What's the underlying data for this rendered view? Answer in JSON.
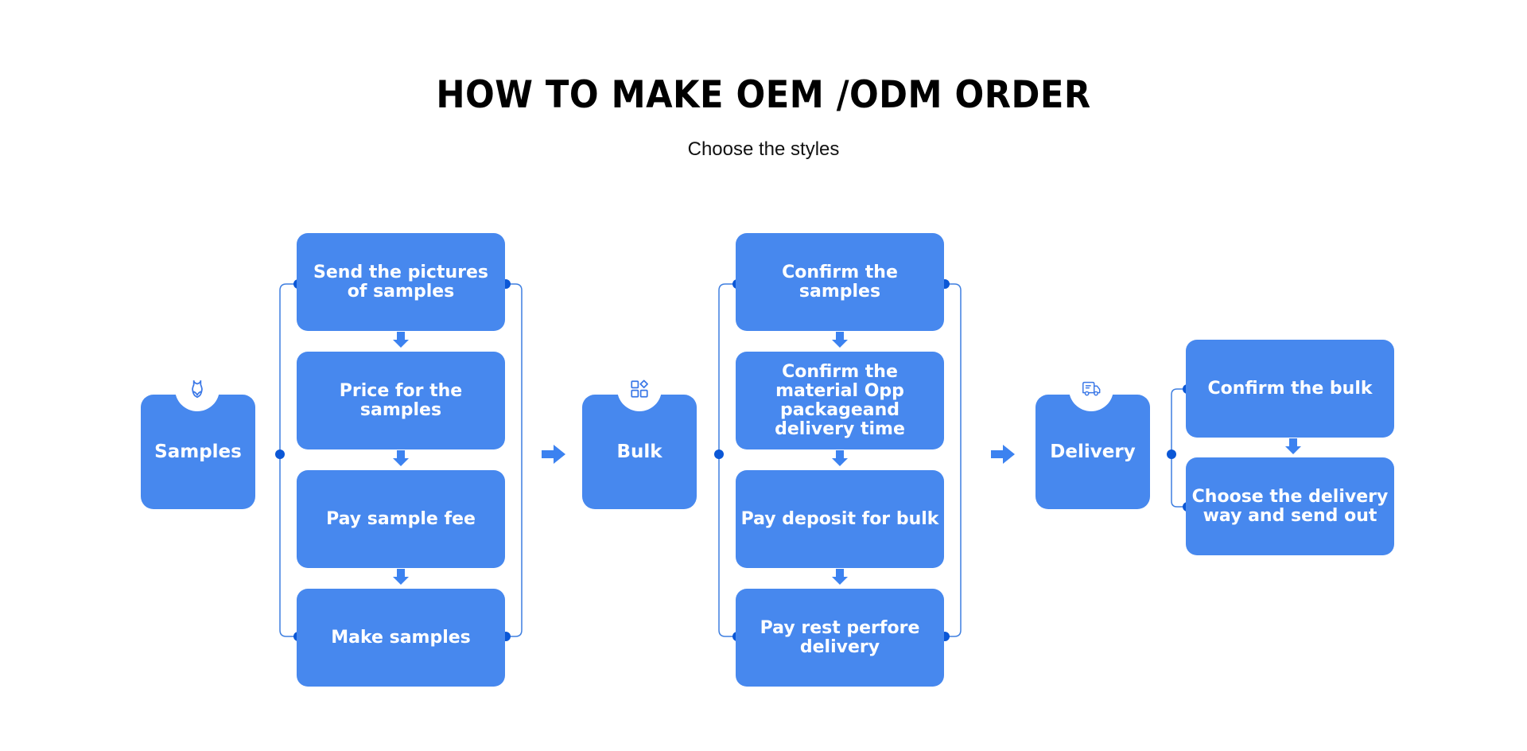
{
  "header": {
    "title": "HOW TO MAKE OEM /ODM ORDER",
    "subtitle": "Choose the styles"
  },
  "colors": {
    "box": "#4788ee",
    "connector_dot": "#0b57d6",
    "connector_line": "#3f7fe0",
    "arrow": "#3c82f0",
    "text": "#ffffff",
    "title": "#000000"
  },
  "stages": [
    {
      "label": "Samples",
      "icon": "swimsuit-icon",
      "steps": [
        "Send the pictures of samples",
        "Price for the samples",
        "Pay sample fee",
        "Make samples"
      ]
    },
    {
      "label": "Bulk",
      "icon": "apps-grid-icon",
      "steps": [
        "Confirm the samples",
        "Confirm the material Opp packageand delivery time",
        "Pay deposit for bulk",
        "Pay rest perfore delivery"
      ]
    },
    {
      "label": "Delivery",
      "icon": "truck-icon",
      "steps": [
        "Confirm the bulk",
        "Choose the delivery way and send out"
      ]
    }
  ]
}
